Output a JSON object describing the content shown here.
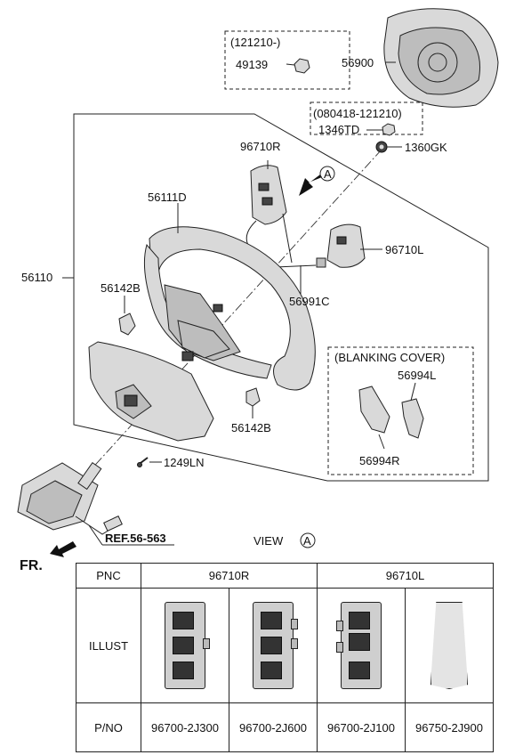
{
  "labels": {
    "date_1": "(121210-)",
    "nut_49139": "49139",
    "airbag_56900": "56900",
    "date_2": "(080418-121210)",
    "part_1346TD": "1346TD",
    "part_1360GK": "1360GK",
    "switch_r": "96710R",
    "view_marker": "A",
    "wheel_56111D": "56111D",
    "switch_l": "96710L",
    "assy_56110": "56110",
    "clip_56142B_top": "56142B",
    "harness_56991C": "56991C",
    "blanking_title": "(BLANKING COVER)",
    "cover_56994L": "56994L",
    "clip_56142B_bottom": "56142B",
    "cover_56994R": "56994R",
    "bolt_1249LN": "1249LN",
    "ref": "REF.56-563",
    "fr": "FR.",
    "view_label": "VIEW",
    "view_circle": "A"
  },
  "table": {
    "pnc_header": "PNC",
    "illust_header": "ILLUST",
    "pno_header": "P/NO",
    "group_r": "96710R",
    "group_l": "96710L",
    "pno": [
      "96700-2J300",
      "96700-2J600",
      "96700-2J100",
      "96750-2J900"
    ]
  }
}
